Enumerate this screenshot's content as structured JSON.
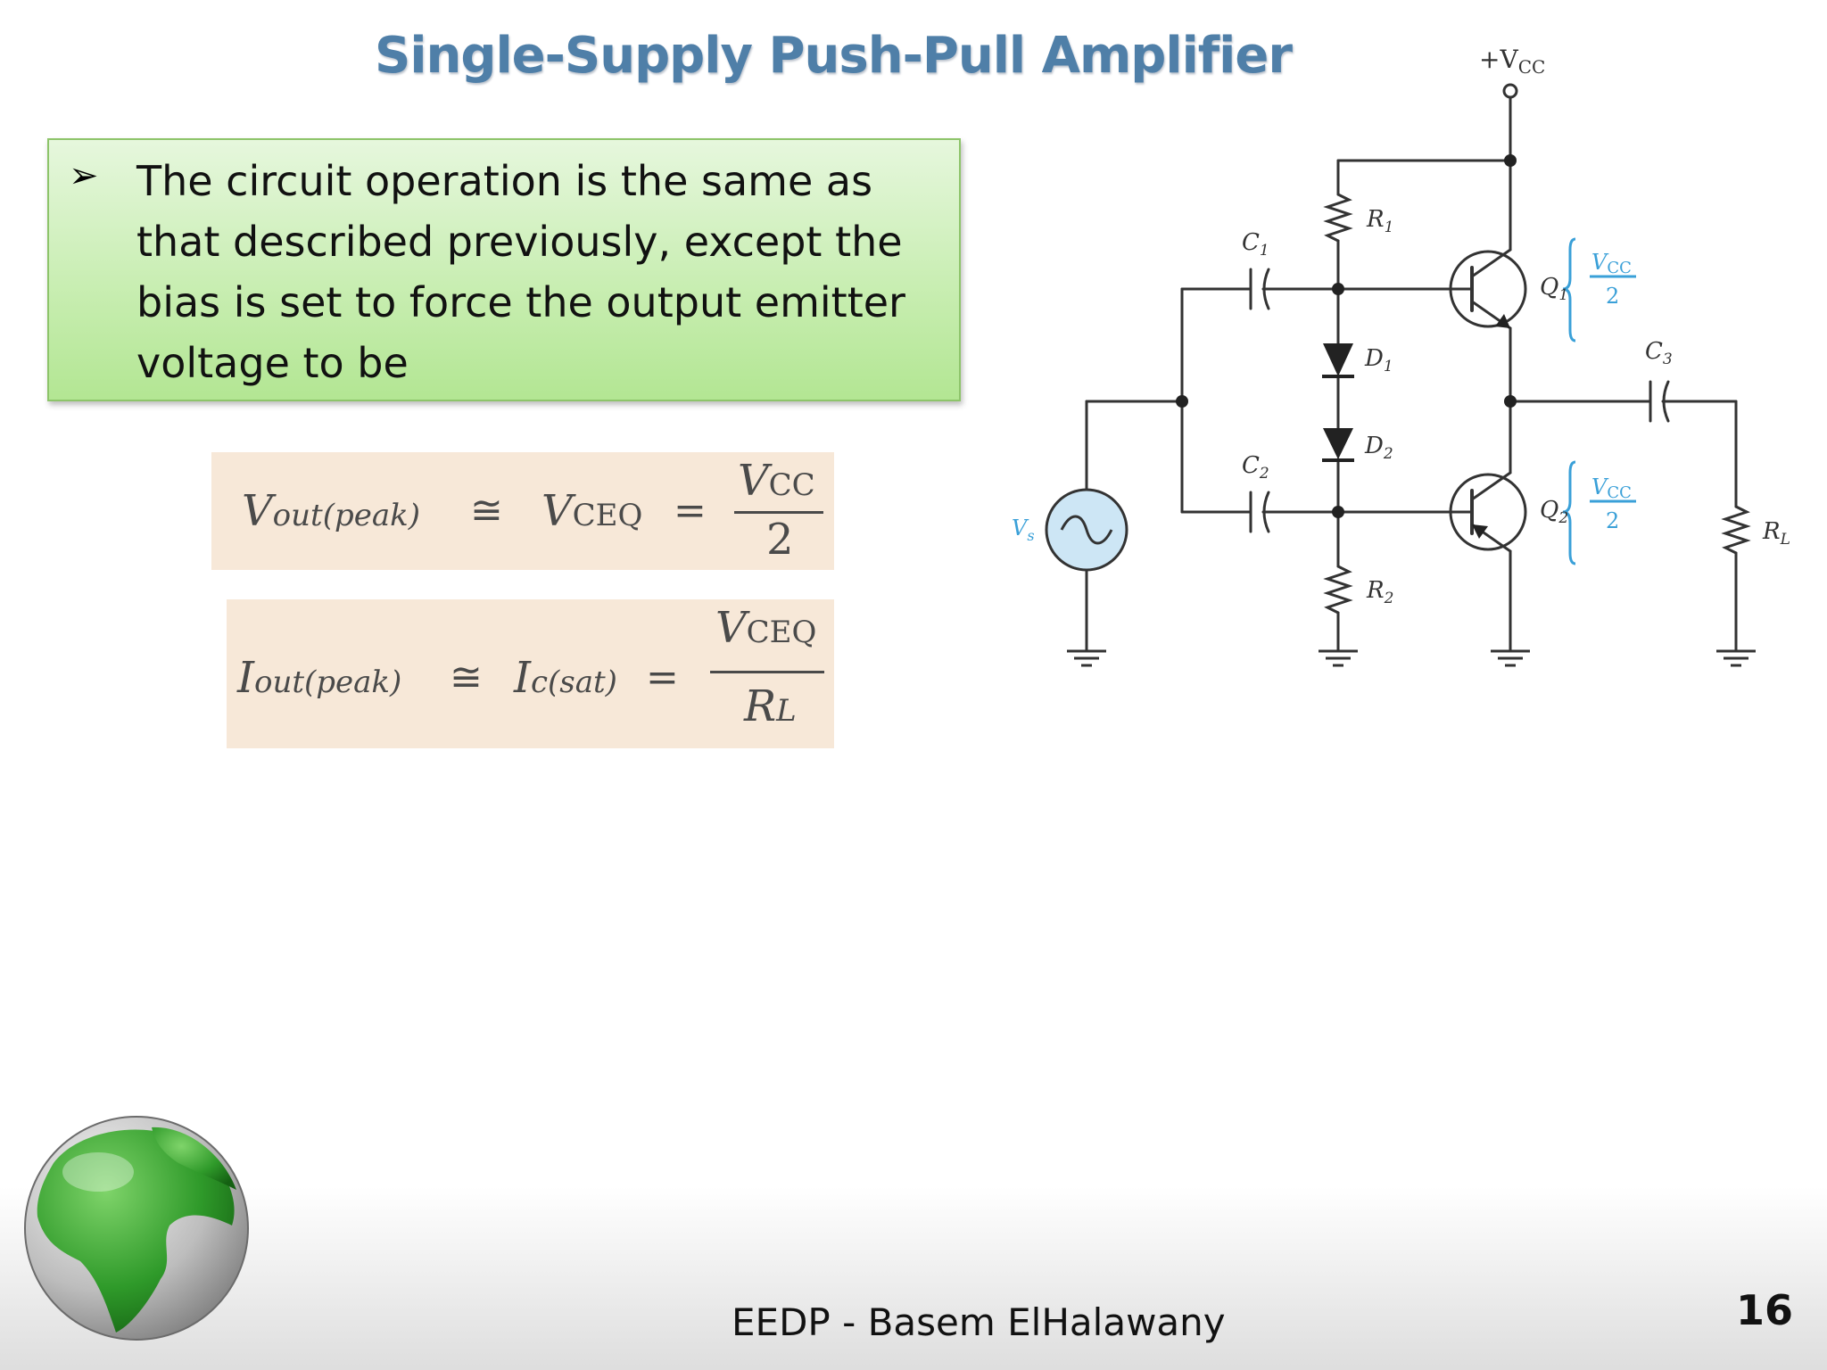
{
  "slide": {
    "title": "Single-Supply Push-Pull Amplifier",
    "bullet": "The circuit operation is the same as that described previously, except the bias is set to force the output emitter voltage to be",
    "bullet_symbol": "➢"
  },
  "formulas": {
    "f1": {
      "lhs_main": "V",
      "lhs_sub": "out(peak)",
      "op1": "≅",
      "mid_main": "V",
      "mid_sub": "CEQ",
      "op2": "=",
      "num_main": "V",
      "num_sub": "CC",
      "den": "2"
    },
    "f2": {
      "lhs_main": "I",
      "lhs_sub": "out(peak)",
      "op1": "≅",
      "mid_main": "I",
      "mid_sub": "c(sat)",
      "op2": "=",
      "num_main": "V",
      "num_sub": "CEQ",
      "den_main": "R",
      "den_sub": "L"
    }
  },
  "circuit": {
    "supply_label": "+V",
    "supply_sub": "CC",
    "components": {
      "c1": "C",
      "c1_sub": "1",
      "c2": "C",
      "c2_sub": "2",
      "c3": "C",
      "c3_sub": "3",
      "r1": "R",
      "r1_sub": "1",
      "r2": "R",
      "r2_sub": "2",
      "rl": "R",
      "rl_sub": "L",
      "d1": "D",
      "d1_sub": "1",
      "d2": "D",
      "d2_sub": "2",
      "q1": "Q",
      "q1_sub": "1",
      "q2": "Q",
      "q2_sub": "2",
      "vs": "V",
      "vs_sub": "s"
    },
    "annotation_num": "V",
    "annotation_num_sub": "CC",
    "annotation_den": "2",
    "annotation_color": "#3aa0d8",
    "source_color": "#cde6f5"
  },
  "footer": {
    "text": "EEDP - Basem ElHalawany",
    "page": "16"
  },
  "logo": {
    "icon": "globe-icon"
  }
}
